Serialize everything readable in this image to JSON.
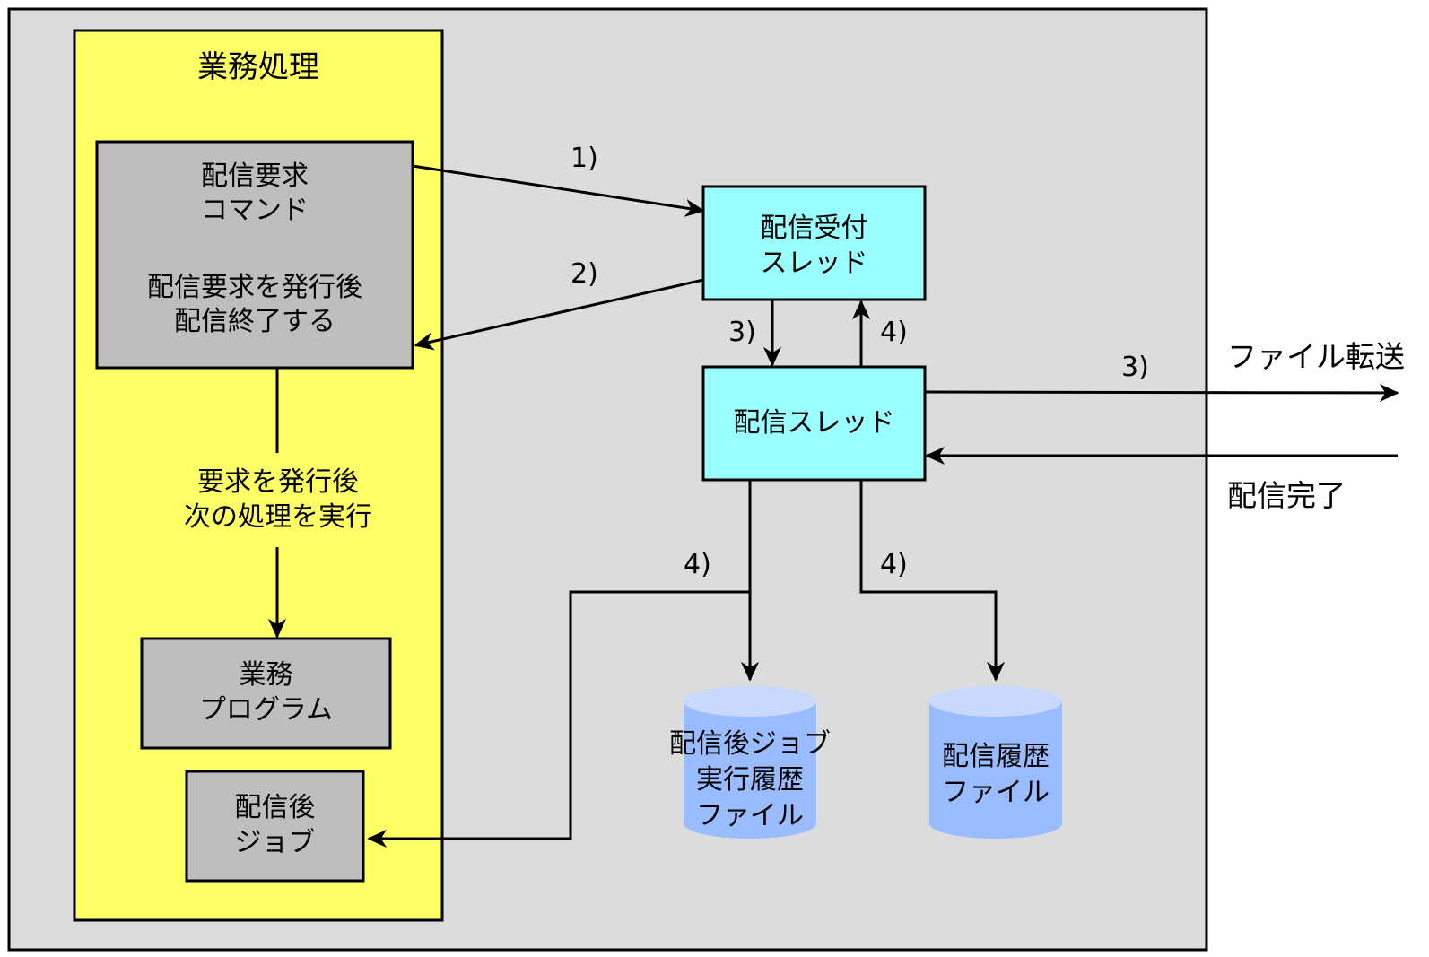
{
  "business_panel": {
    "title": "業務処理"
  },
  "request_command": {
    "line1": "配信要求",
    "line2": "コマンド",
    "line3": "配信要求を発行後",
    "line4": "配信終了する"
  },
  "continue_note": {
    "line1": "要求を発行後",
    "line2": "次の処理を実行"
  },
  "business_program": {
    "line1": "業務",
    "line2": "プログラム"
  },
  "post_job": {
    "line1": "配信後",
    "line2": "ジョブ"
  },
  "accept_thread": {
    "line1": "配信受付",
    "line2": "スレッド"
  },
  "delivery_thread": {
    "label": "配信スレッド"
  },
  "job_history_file": {
    "line1": "配信後ジョブ",
    "line2": "実行履歴",
    "line3": "ファイル"
  },
  "history_file": {
    "line1": "配信履歴",
    "line2": "ファイル"
  },
  "external": {
    "transfer": "ファイル転送",
    "complete": "配信完了"
  },
  "steps": {
    "s1": "1)",
    "s2": "2)",
    "s3a": "3)",
    "s4a": "4)",
    "s3b": "3)",
    "s4b": "4)",
    "s4c": "4)"
  },
  "colors": {
    "outer_bg": "#dcdcdc",
    "business_bg": "#ffff66",
    "gray_box": "#bebebe",
    "cyan_box": "#99ffff",
    "cylinder": "#99bbff",
    "cylinder_top": "#c8d8ff"
  }
}
